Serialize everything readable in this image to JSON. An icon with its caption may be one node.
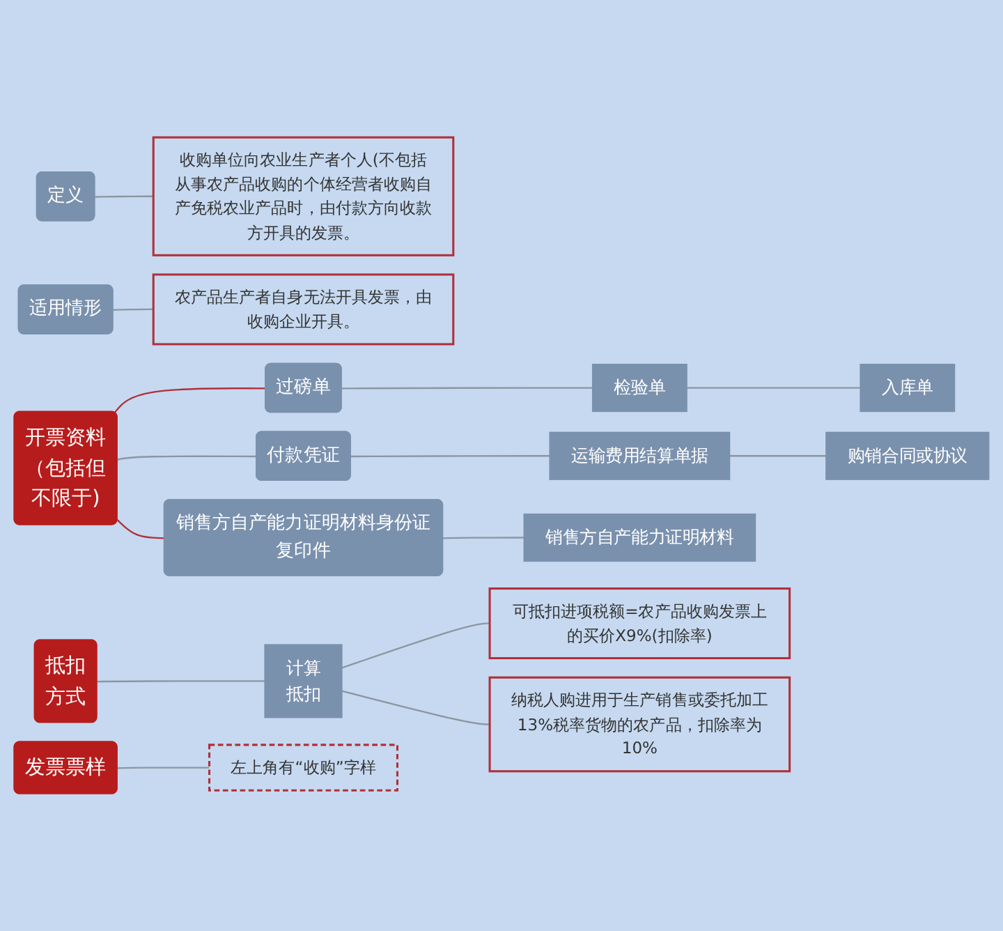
{
  "diagram": {
    "nodes": [
      {
        "text": [
          "定义"
        ]
      },
      {
        "text": [
          "收购单位向农业生产者个人(不包括从事农产品收购的个体经营者收购自产免税农业产品时，由付款方向收款方开具的发票。"
        ]
      },
      {
        "text": [
          "适用情形"
        ]
      },
      {
        "text": [
          "农产品生产者自身无法开具发票，由收购企业开具。"
        ]
      },
      {
        "text": [
          "开票资料（包括但不限于)"
        ]
      },
      {
        "text": [
          "过磅单"
        ]
      },
      {
        "text": [
          "检验单"
        ]
      },
      {
        "text": [
          "入库单"
        ]
      },
      {
        "text": [
          "付款凭证"
        ]
      },
      {
        "text": [
          "运输费用结算单据"
        ]
      },
      {
        "text": [
          "购销合同或协议"
        ]
      },
      {
        "text": [
          "销售方自产能力证明材料身份证复印件"
        ]
      },
      {
        "text": [
          "销售方自产能力证明材料"
        ]
      },
      {
        "text": [
          "抵扣方式"
        ]
      },
      {
        "text": [
          "计算抵扣"
        ]
      },
      {
        "text": [
          "可抵扣进项税额=农产品收购发票上的买价X9%(扣除率)"
        ]
      },
      {
        "text": [
          "纳税人购进用于生产销售或委托加工13%税率货物的农产品，扣除率为10%"
        ]
      },
      {
        "text": [
          "发票票样"
        ]
      },
      {
        "text": [
          "左上角有“收购”字样"
        ]
      }
    ],
    "edges": [
      {
        "from": 0,
        "to": 1,
        "arrow": "none"
      },
      {
        "from": 2,
        "to": 3,
        "arrow": "none"
      },
      {
        "from": 4,
        "to": 5,
        "arrow": "none",
        "color": "#b0303a"
      },
      {
        "from": 5,
        "to": 6,
        "arrow": "none"
      },
      {
        "from": 6,
        "to": 7,
        "arrow": "none"
      },
      {
        "from": 4,
        "to": 8,
        "arrow": "none"
      },
      {
        "from": 8,
        "to": 9,
        "arrow": "none"
      },
      {
        "from": 9,
        "to": 10,
        "arrow": "none"
      },
      {
        "from": 4,
        "to": 11,
        "arrow": "none",
        "color": "#b0303a"
      },
      {
        "from": 11,
        "to": 12,
        "arrow": "none"
      },
      {
        "from": 13,
        "to": 14,
        "arrow": "none"
      },
      {
        "from": 14,
        "to": 15,
        "arrow": "none"
      },
      {
        "from": 14,
        "to": 16,
        "arrow": "none"
      },
      {
        "from": 17,
        "to": 18,
        "arrow": "none"
      }
    ]
  }
}
